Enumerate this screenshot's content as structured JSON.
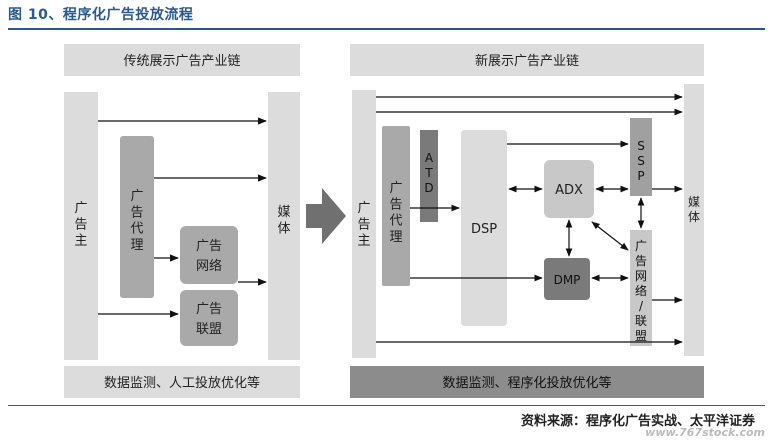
{
  "figure": {
    "title": "图 10、程序化广告投放流程",
    "source": "资料来源：程序化广告实战、太平洋证券",
    "watermark": "www.767stock.com"
  },
  "left_panel": {
    "header": "传统展示广告产业链",
    "advertiser": "广告主",
    "agency": "广告代理",
    "ad_network": "广告网络",
    "ad_alliance": "广告联盟",
    "media": "媒体",
    "footer": "数据监测、人工投放优化等"
  },
  "right_panel": {
    "header": "新展示广告产业链",
    "advertiser": "广告主",
    "agency": "广告代理",
    "atd": "ATD",
    "dsp": "DSP",
    "adx": "ADX",
    "dmp": "DMP",
    "ssp": "SSP",
    "network_alliance": "广告网络/联盟",
    "media": "媒体",
    "footer": "数据监测、程序化投放优化等"
  },
  "colors": {
    "light_box": "#dcdcdc",
    "mid_box": "#a9a9a9",
    "dark_box": "#7a7a7a",
    "big_arrow": "#707070",
    "title_blue": "#2a5a8c"
  }
}
